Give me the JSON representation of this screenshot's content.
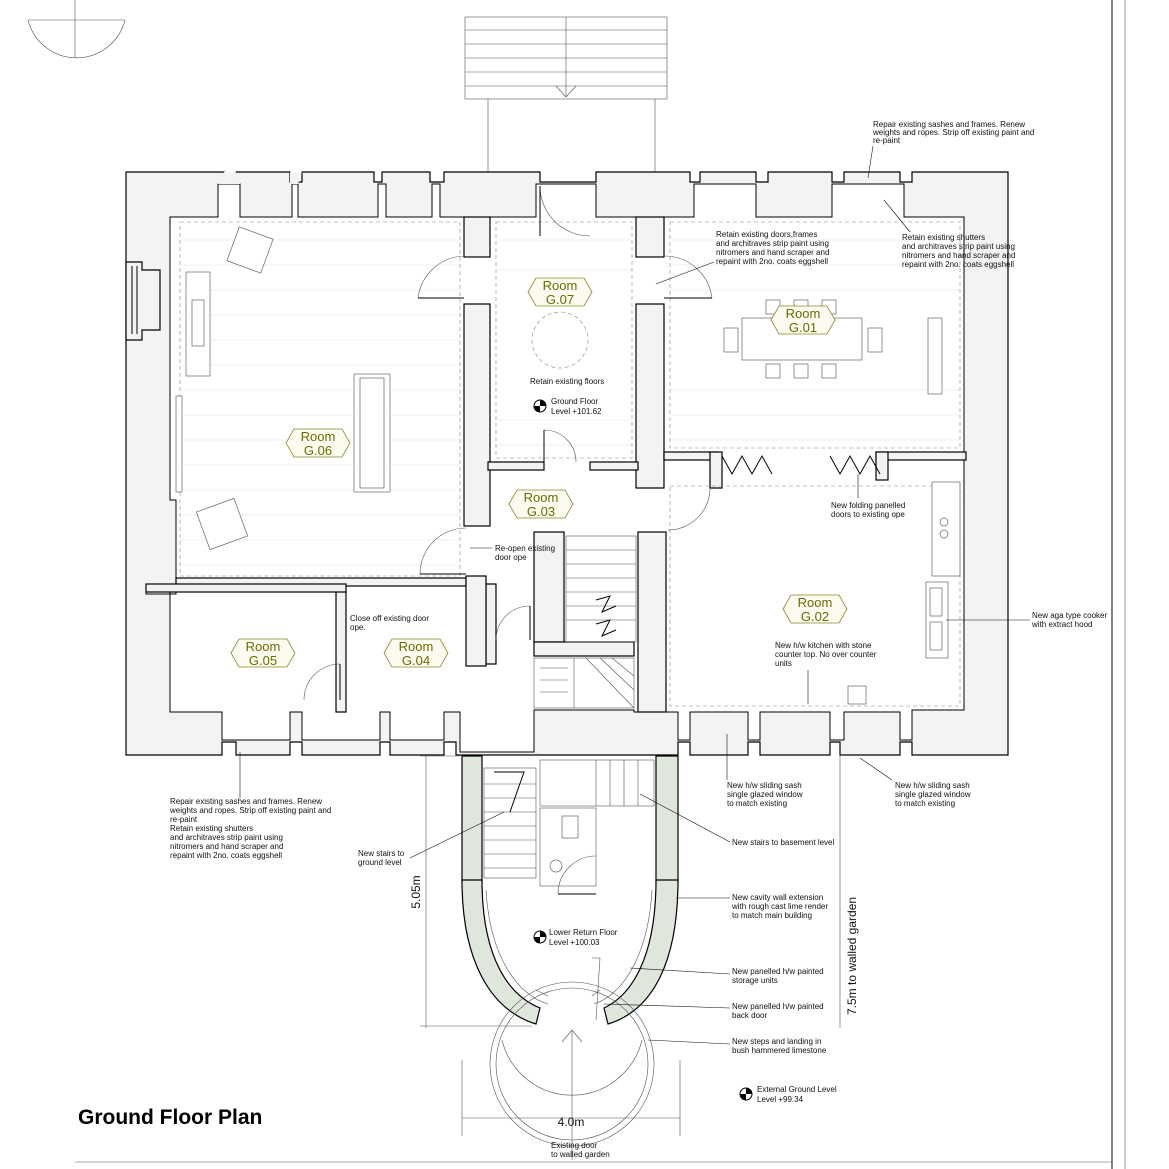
{
  "title": "Ground Floor Plan",
  "rooms": [
    {
      "line1": "Room",
      "line2": "G.07"
    },
    {
      "line1": "Room",
      "line2": "G.01"
    },
    {
      "line1": "Room",
      "line2": "G.06"
    },
    {
      "line1": "Room",
      "line2": "G.03"
    },
    {
      "line1": "Room",
      "line2": "G.02"
    },
    {
      "line1": "Room",
      "line2": "G.05"
    },
    {
      "line1": "Room",
      "line2": "G.04"
    }
  ],
  "levels": {
    "ground": {
      "line1": "Ground Floor",
      "line2": "Level +101.62"
    },
    "lower_return": {
      "line1": "Lower Return Floor",
      "line2": "Level +100.03"
    },
    "external": {
      "line1": "External Ground Level",
      "line2": "Level +99.34"
    }
  },
  "notes": {
    "repair_top": [
      "Repair existing sashes and frames. Renew",
      "weights and ropes. Strip off existing paint and",
      "re-paint"
    ],
    "retain_doors": [
      "Retain existing doors,frames",
      "and architraves strip paint using",
      "nitromers and hand scraper and",
      "repaint with 2no. coats eggshell"
    ],
    "retain_shutters": [
      "Retain existing shutters",
      "and architraves strip paint using",
      "nitromers and hand scraper and",
      "repaint with 2no. coats eggshell"
    ],
    "retain_floors": [
      "Retain existing floors"
    ],
    "folding_doors": [
      "New folding panelled",
      "doors to existing ope"
    ],
    "reopen": [
      "Re-open existing",
      "door ope"
    ],
    "close_off": [
      "Close off existing door",
      "ope."
    ],
    "aga": [
      "New aga type cooker",
      "with extract hood"
    ],
    "kitchen": [
      "New h/w kitchen with stone",
      "counter top. No over counter",
      "units"
    ],
    "repair_bottom": [
      "Repair existing sashes and frames. Renew",
      "weights and ropes. Strip off existing paint and",
      "re-paint",
      "Retain existing shutters",
      "and architraves strip paint using",
      "nitromers and hand scraper and",
      "repaint with 2no. coats eggshell"
    ],
    "sash_left": [
      "New h/w sliding sash",
      "single glazed window",
      "to match existing"
    ],
    "sash_right": [
      "New h/w sliding sash",
      "single glazed window",
      "to match existing"
    ],
    "stairs_basement": [
      "New stairs to basement level"
    ],
    "stairs_ground": [
      "New stairs to",
      "ground level"
    ],
    "cavity": [
      "New cavity wall extension",
      "with rough cast lime render",
      "to match main building"
    ],
    "storage": [
      "New panelled h/w painted",
      "storage units"
    ],
    "back_door": [
      "New panelled h/w painted",
      "back door"
    ],
    "steps": [
      "New steps and landing in",
      "bush hammered limestone"
    ],
    "existing_door": [
      "Existing door",
      "to walled garden"
    ]
  },
  "dimensions": {
    "height": "5.05m",
    "width": "4.0m",
    "garden": "7.5m to walled garden"
  }
}
